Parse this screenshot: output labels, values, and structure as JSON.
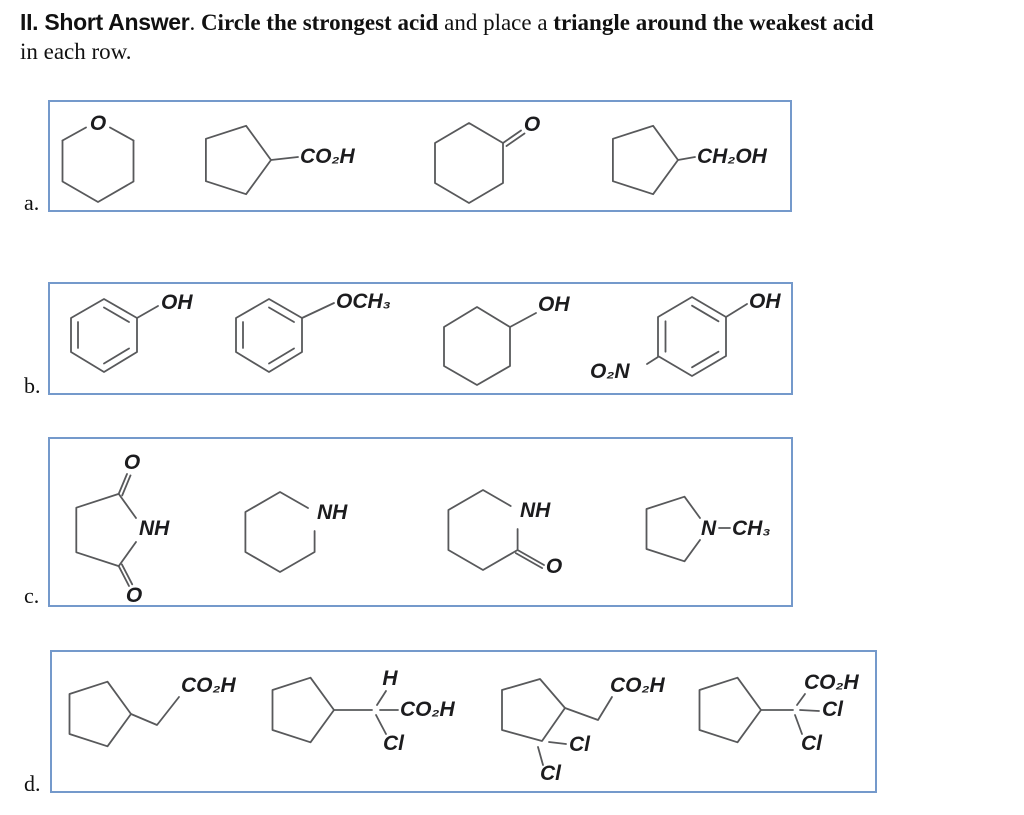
{
  "title": {
    "part1_bold_sans": "II. Short Answer",
    "part2_plain": ". ",
    "part3_bold_serif": "Circle the strongest acid",
    "part4_plain": " and place a ",
    "part5_bold_serif": "triangle around the weakest acid",
    "line2_plain": "in each row."
  },
  "colors": {
    "box_border": "#7499cb",
    "bond": "#58595b",
    "atom_text": "#1c1c1e"
  },
  "rows": {
    "a": {
      "label": "a.",
      "atoms": {
        "o_thp": "O",
        "co2h": "CO₂H",
        "o_ketone": "O",
        "ch2oh": "CH₂OH"
      }
    },
    "b": {
      "label": "b.",
      "atoms": {
        "oh_phenol": "OH",
        "och3": "OCH₃",
        "oh_cyclohexanol": "OH",
        "oh_nitrophenol": "OH",
        "o2n": "O₂N"
      }
    },
    "c": {
      "label": "c.",
      "atoms": {
        "o_top": "O",
        "nh_imide": "NH",
        "o_bottom": "O",
        "nh_piperidine": "NH",
        "nh_lactam": "NH",
        "o_lactam": "O",
        "n_amine": "N",
        "ch3": "CH₃"
      }
    },
    "d": {
      "label": "d.",
      "atoms": {
        "co2h_1": "CO₂H",
        "h_2": "H",
        "co2h_2": "CO₂H",
        "cl_2": "Cl",
        "co2h_3": "CO₂H",
        "cl_3a": "Cl",
        "cl_3b": "Cl",
        "co2h_4": "CO₂H",
        "cl_4a": "Cl",
        "cl_4b": "Cl"
      }
    }
  }
}
